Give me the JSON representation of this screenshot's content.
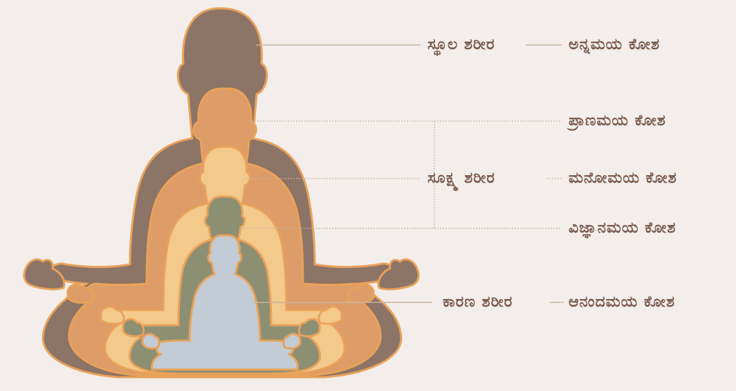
{
  "labels": {
    "sthula_sharira": "ಸ್ಥೂಲ ಶರೀರ",
    "sukshma_sharira": "ಸೂಕ್ಷ್ಮ ಶರೀರ",
    "karana_sharira": "ಕಾರಣ ಶರೀರ",
    "annamaya_kosha": "ಅನ್ನಮಯ ಕೋಶ",
    "pranamaya_kosha": "ಪ್ರಾಣಮಯ ಕೋಶ",
    "manomaya_kosha": "ಮನೋಮಯ ಕೋಶ",
    "vijnanamaya_kosha": "ವಿಜ್ಞಾನಮಯ ಕೋಶ",
    "anandamaya_kosha": "ಆನಂದಮಯ ಕೋಶ"
  },
  "colors": {
    "background": "#f3eeeb",
    "annamaya": "#8c7466",
    "pranamaya": "#dd9c68",
    "manomaya": "#f3c98c",
    "vijnanamaya": "#8d8f73",
    "anandamaya": "#c3ccd4",
    "outline": "#e9a25a",
    "text": "#7a5a4c",
    "leader_line": "#c9b3a2"
  }
}
